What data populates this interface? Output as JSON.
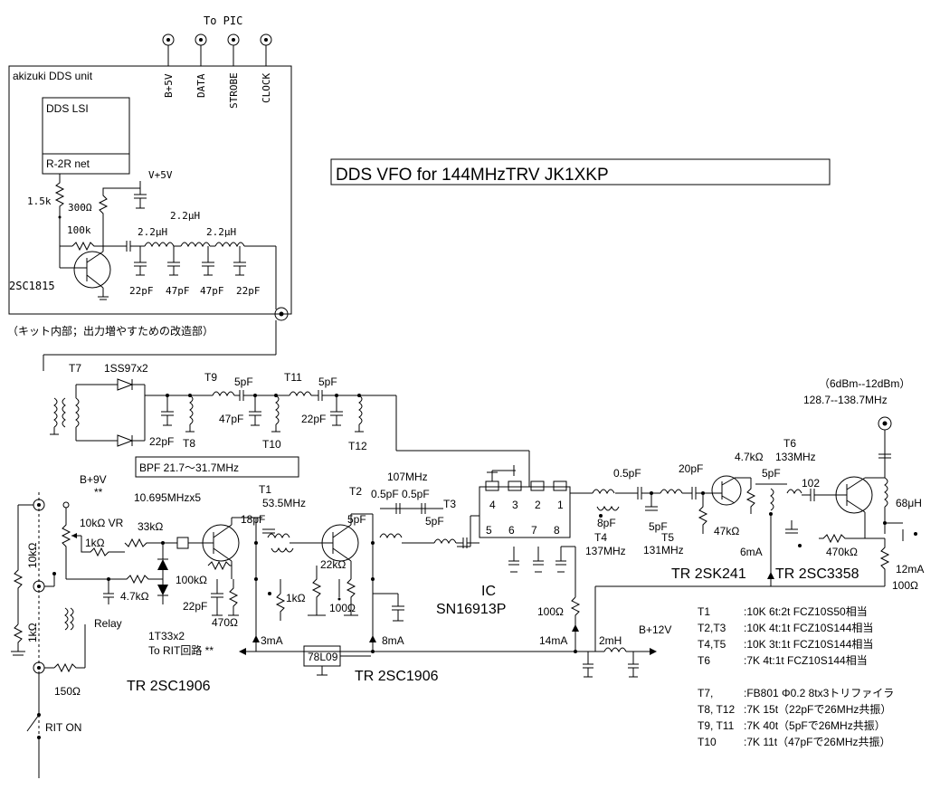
{
  "title": "DDS  VFO for 144MHzTRV    JK1XKP",
  "top": {
    "to_pic": "To PIC",
    "pins": [
      "B+5V",
      "DATA",
      "STROBE",
      "CLOCK"
    ]
  },
  "dds_unit": {
    "label": "akizuki  DDS  unit",
    "lsi": "DDS LSI",
    "r2r": "R-2R net",
    "r1": "1.5k",
    "r2": "300Ω",
    "vcc": "V+5V",
    "r3": "100k",
    "transistor": "2SC1815",
    "l1": "2.2μH",
    "l2": "2.2μH",
    "l3": "2.2μH",
    "caps": [
      "22pF",
      "47pF",
      "47pF",
      "22pF"
    ],
    "note": "（キット内部；出力増やすための改造部）"
  },
  "mixer_section": {
    "t7": "T7",
    "diodes": "1SS97x2",
    "t9": "T9",
    "t11": "T11",
    "c5a": "5pF",
    "c5b": "5pF",
    "c47": "47pF",
    "c22a": "22pF",
    "c22b": "22pF",
    "t8": "T8",
    "t10": "T10",
    "t12": "T12",
    "bpf": "BPF 21.7〜31.7MHz"
  },
  "output": {
    "level": "（6dBm--12dBm）",
    "freq": "128.7--138.7MHz",
    "t6": "T6",
    "t6_freq": "133MHz",
    "r47": "4.7kΩ",
    "c5": "5pF",
    "c102": "102",
    "l68": "68μH",
    "r470": "470kΩ",
    "current": "12mA",
    "r100": "100Ω",
    "tr1": "TR 2SK241",
    "tr2": "TR 2SC3358",
    "i6": "6mA",
    "c20": "20pF",
    "r47k": "47kΩ",
    "c05": "0.5pF",
    "c8": "8pF",
    "c5b": "5pF",
    "t4": "T4",
    "t4_freq": "137MHz",
    "t5": "T5",
    "t5_freq": "131MHz"
  },
  "oscillator": {
    "bplus": "B+9V",
    "stars": "**",
    "xtal": "10.695MHzx5",
    "vr": "10kΩ VR",
    "r33k": "33kΩ",
    "r1k": "1kΩ",
    "r10k": "10kΩ",
    "r1k_side": "1kΩ",
    "r47k": "4.7kΩ",
    "relay": "Relay",
    "r150": "150Ω",
    "rit": "RIT  ON",
    "c18": "18pF",
    "r100k": "100kΩ",
    "c22": "22pF",
    "r470": "470Ω",
    "r1k_b": "1kΩ",
    "diodes": "1T33x2",
    "to_rit": "To RIT回路 **",
    "i3": "3mA",
    "tr": "TR 2SC1906",
    "t1": "T1",
    "t1_freq": "53.5MHz"
  },
  "doubler": {
    "t2": "T2",
    "t3": "T3",
    "freq": "107MHz",
    "c05a": "0.5pF",
    "c05b": "0.5pF",
    "c5a": "5pF",
    "c5b": "5pF",
    "r22k": "22kΩ",
    "r100": "100Ω",
    "i8": "8mA",
    "reg": "78L09",
    "tr": "TR 2SC1906"
  },
  "ic": {
    "label": "IC",
    "part": "SN16913P",
    "pins_top": [
      "4",
      "3",
      "2",
      "1"
    ],
    "pins_bottom": [
      "5",
      "6",
      "7",
      "8"
    ],
    "r100": "100Ω",
    "i14": "14mA",
    "l2m": "2mH",
    "bplus": "B+12V"
  },
  "legend": [
    {
      "name": "T1",
      "spec": ":10K 6t:2t  FCZ10S50相当"
    },
    {
      "name": "T2,T3",
      "spec": ":10K 4t:1t  FCZ10S144相当"
    },
    {
      "name": "T4,T5",
      "spec": ":10K 3t:1t  FCZ10S144相当"
    },
    {
      "name": "T6",
      "spec": ":7K 4t:1t  FCZ10S144相当"
    },
    {
      "name": "T7,",
      "spec": ":FB801  Φ0.2  8tx3トリファイラ"
    },
    {
      "name": "T8, T12",
      "spec": ":7K 15t（22pFで26MHz共振）"
    },
    {
      "name": "T9, T11",
      "spec": ":7K 40t（5pFで26MHz共振）"
    },
    {
      "name": "T10",
      "spec": ":7K 11t（47pFで26MHz共振）"
    }
  ]
}
